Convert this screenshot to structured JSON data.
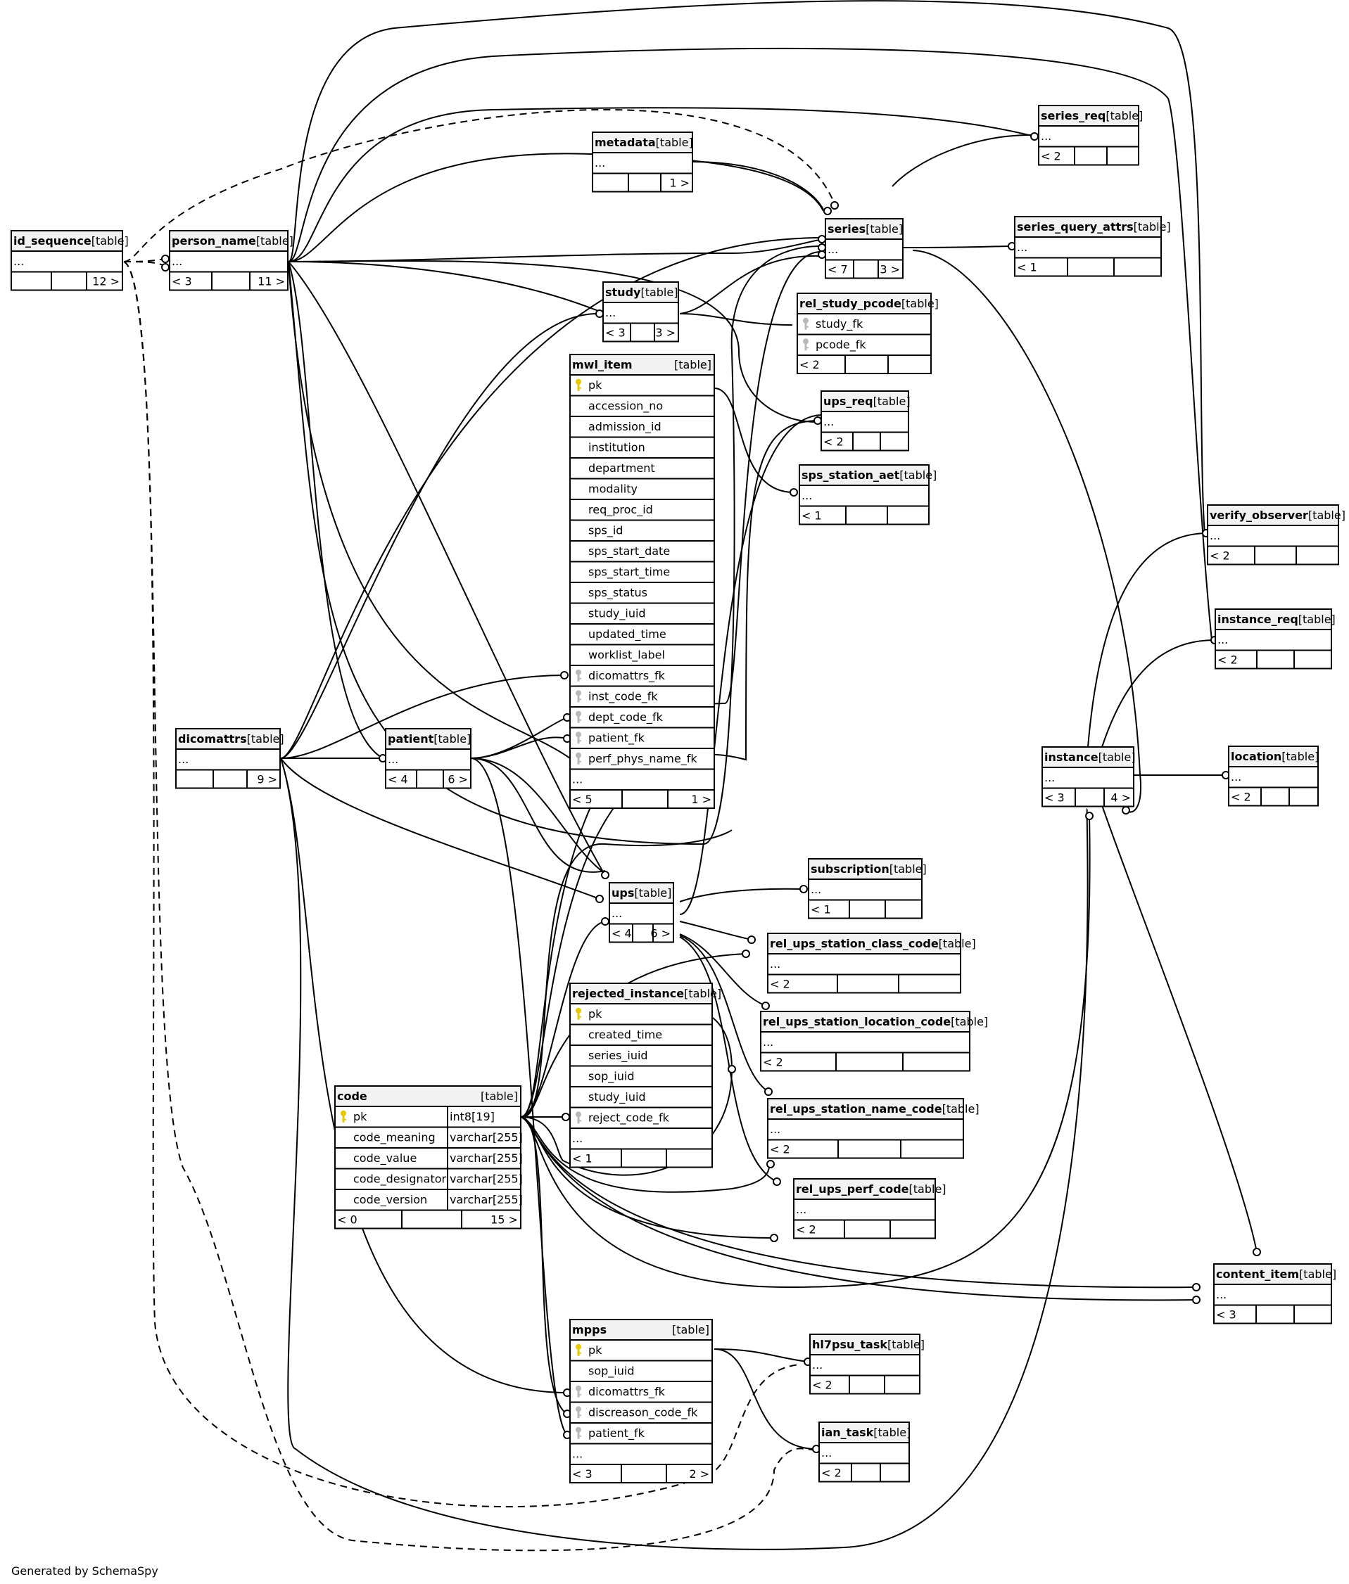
{
  "footer": "Generated by SchemaSpy",
  "type_suffix": "[table]",
  "tables": [
    {
      "id": "id_sequence",
      "name": "id_sequence",
      "rows": [
        "..."
      ],
      "footer": [
        "",
        "",
        "12 >"
      ]
    },
    {
      "id": "person_name",
      "name": "person_name",
      "rows": [
        "..."
      ],
      "footer": [
        "< 3",
        "",
        "11 >"
      ]
    },
    {
      "id": "metadata",
      "name": "metadata",
      "rows": [
        "..."
      ],
      "footer": [
        "",
        "",
        "1 >"
      ]
    },
    {
      "id": "series_req",
      "name": "series_req",
      "rows": [
        "..."
      ],
      "footer": [
        "< 2",
        "",
        ""
      ]
    },
    {
      "id": "series",
      "name": "series",
      "rows": [
        "..."
      ],
      "footer": [
        "< 7",
        "",
        "3 >"
      ]
    },
    {
      "id": "series_query_attrs",
      "name": "series_query_attrs",
      "rows": [
        "..."
      ],
      "footer": [
        "< 1",
        "",
        ""
      ]
    },
    {
      "id": "study",
      "name": "study",
      "rows": [
        "..."
      ],
      "footer": [
        "< 3",
        "",
        "3 >"
      ]
    },
    {
      "id": "rel_study_pcode",
      "name": "rel_study_pcode",
      "rows": [
        {
          "icon": "fk",
          "name": "study_fk"
        },
        {
          "icon": "fk",
          "name": "pcode_fk"
        }
      ],
      "footer": [
        "< 2",
        "",
        ""
      ]
    },
    {
      "id": "mwl_item",
      "name": "mwl_item",
      "rows": [
        {
          "icon": "pk",
          "name": "pk"
        },
        {
          "icon": "",
          "name": "accession_no"
        },
        {
          "icon": "",
          "name": "admission_id"
        },
        {
          "icon": "",
          "name": "institution"
        },
        {
          "icon": "",
          "name": "department"
        },
        {
          "icon": "",
          "name": "modality"
        },
        {
          "icon": "",
          "name": "req_proc_id"
        },
        {
          "icon": "",
          "name": "sps_id"
        },
        {
          "icon": "",
          "name": "sps_start_date"
        },
        {
          "icon": "",
          "name": "sps_start_time"
        },
        {
          "icon": "",
          "name": "sps_status"
        },
        {
          "icon": "",
          "name": "study_iuid"
        },
        {
          "icon": "",
          "name": "updated_time"
        },
        {
          "icon": "",
          "name": "worklist_label"
        },
        {
          "icon": "fk",
          "name": "dicomattrs_fk"
        },
        {
          "icon": "fk",
          "name": "inst_code_fk"
        },
        {
          "icon": "fk",
          "name": "dept_code_fk"
        },
        {
          "icon": "fk",
          "name": "patient_fk"
        },
        {
          "icon": "fk",
          "name": "perf_phys_name_fk"
        },
        {
          "icon": "",
          "name": "..."
        }
      ],
      "footer": [
        "< 5",
        "",
        "1 >"
      ]
    },
    {
      "id": "ups_req",
      "name": "ups_req",
      "rows": [
        "..."
      ],
      "footer": [
        "< 2",
        "",
        ""
      ]
    },
    {
      "id": "sps_station_aet",
      "name": "sps_station_aet",
      "rows": [
        "..."
      ],
      "footer": [
        "< 1",
        "",
        ""
      ]
    },
    {
      "id": "verify_observer",
      "name": "verify_observer",
      "rows": [
        "..."
      ],
      "footer": [
        "< 2",
        "",
        ""
      ]
    },
    {
      "id": "instance_req",
      "name": "instance_req",
      "rows": [
        "..."
      ],
      "footer": [
        "< 2",
        "",
        ""
      ]
    },
    {
      "id": "dicomattrs",
      "name": "dicomattrs",
      "rows": [
        "..."
      ],
      "footer": [
        "",
        "",
        "9 >"
      ]
    },
    {
      "id": "patient",
      "name": "patient",
      "rows": [
        "..."
      ],
      "footer": [
        "< 4",
        "",
        "6 >"
      ]
    },
    {
      "id": "instance",
      "name": "instance",
      "rows": [
        "..."
      ],
      "footer": [
        "< 3",
        "",
        "4 >"
      ]
    },
    {
      "id": "location",
      "name": "location",
      "rows": [
        "..."
      ],
      "footer": [
        "< 2",
        "",
        ""
      ]
    },
    {
      "id": "subscription",
      "name": "subscription",
      "rows": [
        "..."
      ],
      "footer": [
        "< 1",
        "",
        ""
      ]
    },
    {
      "id": "ups",
      "name": "ups",
      "rows": [
        "..."
      ],
      "footer": [
        "< 4",
        "",
        "6 >"
      ]
    },
    {
      "id": "rel_ups_station_class_code",
      "name": "rel_ups_station_class_code",
      "rows": [
        "..."
      ],
      "footer": [
        "< 2",
        "",
        ""
      ]
    },
    {
      "id": "rejected_instance",
      "name": "rejected_instance",
      "rows": [
        {
          "icon": "pk",
          "name": "pk"
        },
        {
          "icon": "",
          "name": "created_time"
        },
        {
          "icon": "",
          "name": "series_iuid"
        },
        {
          "icon": "",
          "name": "sop_iuid"
        },
        {
          "icon": "",
          "name": "study_iuid"
        },
        {
          "icon": "fk",
          "name": "reject_code_fk"
        },
        {
          "icon": "",
          "name": "..."
        }
      ],
      "footer": [
        "< 1",
        "",
        ""
      ]
    },
    {
      "id": "rel_ups_station_location_code",
      "name": "rel_ups_station_location_code",
      "rows": [
        "..."
      ],
      "footer": [
        "< 2",
        "",
        ""
      ]
    },
    {
      "id": "code",
      "name": "code",
      "rows": [
        {
          "icon": "pk",
          "name": "pk",
          "type": "int8[19]"
        },
        {
          "icon": "",
          "name": "code_meaning",
          "type": "varchar[255]"
        },
        {
          "icon": "",
          "name": "code_value",
          "type": "varchar[255]"
        },
        {
          "icon": "",
          "name": "code_designator",
          "type": "varchar[255]"
        },
        {
          "icon": "",
          "name": "code_version",
          "type": "varchar[255]"
        }
      ],
      "footer": [
        "< 0",
        "",
        "15 >"
      ]
    },
    {
      "id": "rel_ups_station_name_code",
      "name": "rel_ups_station_name_code",
      "rows": [
        "..."
      ],
      "footer": [
        "< 2",
        "",
        ""
      ]
    },
    {
      "id": "rel_ups_perf_code",
      "name": "rel_ups_perf_code",
      "rows": [
        "..."
      ],
      "footer": [
        "< 2",
        "",
        ""
      ]
    },
    {
      "id": "content_item",
      "name": "content_item",
      "rows": [
        "..."
      ],
      "footer": [
        "< 3",
        "",
        ""
      ]
    },
    {
      "id": "mpps",
      "name": "mpps",
      "rows": [
        {
          "icon": "pk",
          "name": "pk"
        },
        {
          "icon": "",
          "name": "sop_iuid"
        },
        {
          "icon": "fk",
          "name": "dicomattrs_fk"
        },
        {
          "icon": "fk",
          "name": "discreason_code_fk"
        },
        {
          "icon": "fk",
          "name": "patient_fk"
        },
        {
          "icon": "",
          "name": "..."
        }
      ],
      "footer": [
        "< 3",
        "",
        "2 >"
      ]
    },
    {
      "id": "hl7psu_task",
      "name": "hl7psu_task",
      "rows": [
        "..."
      ],
      "footer": [
        "< 2",
        "",
        ""
      ]
    },
    {
      "id": "ian_task",
      "name": "ian_task",
      "rows": [
        "..."
      ],
      "footer": [
        "< 2",
        "",
        ""
      ]
    }
  ]
}
